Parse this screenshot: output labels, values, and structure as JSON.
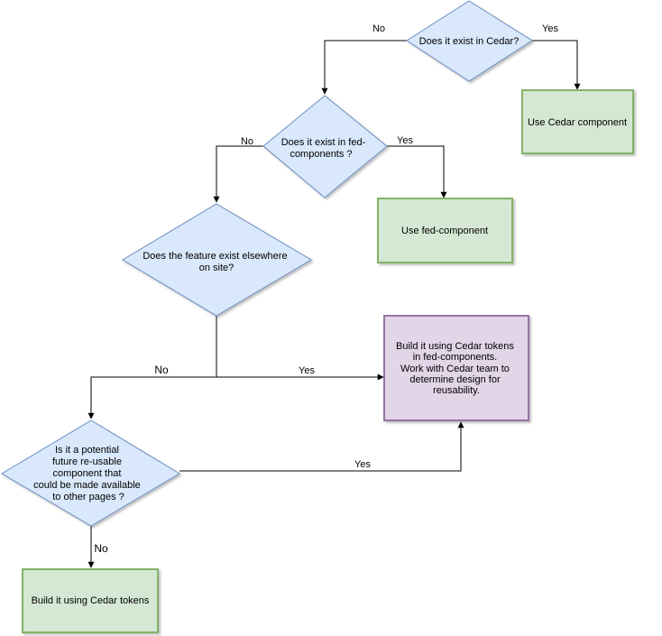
{
  "colors": {
    "decision_fill": "#dae8fc",
    "decision_stroke": "#6c8ebf",
    "action_fill": "#d5e8d4",
    "action_stroke": "#82b366",
    "special_fill": "#e1d5e7",
    "special_stroke": "#9673a6",
    "edge": "#000000"
  },
  "nodes": {
    "d1": {
      "lines": [
        "Does it exist in Cedar?"
      ]
    },
    "d2": {
      "lines": [
        "Does it exist in fed-",
        "components ?"
      ]
    },
    "d3": {
      "lines": [
        "Does the feature exist elsewhere",
        "on site?"
      ]
    },
    "d4": {
      "lines": [
        "Is it a potential",
        "future re-usable",
        "component that",
        "could be made available",
        "to other pages ?"
      ]
    },
    "a1": {
      "lines": [
        "Use Cedar component"
      ]
    },
    "a2": {
      "lines": [
        "Use fed-component"
      ]
    },
    "a3": {
      "lines": [
        "Build it using Cedar tokens",
        "in fed-components.",
        "Work with Cedar team to",
        "determine design for",
        "reusability."
      ]
    },
    "a4": {
      "lines": [
        "Build it using Cedar tokens"
      ]
    }
  },
  "edges": {
    "e1_no": "No",
    "e1_yes": "Yes",
    "e2_no": "No",
    "e2_yes": "Yes",
    "e3_no": "No",
    "e3_yes": "Yes",
    "e4_yes": "Yes",
    "e4_no": "No"
  }
}
